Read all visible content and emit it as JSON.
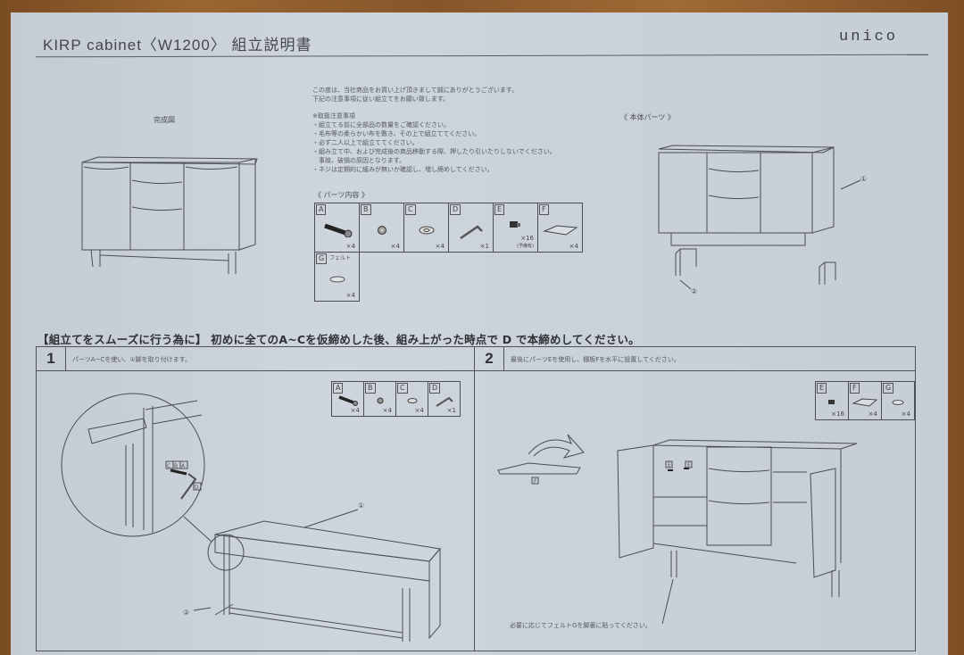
{
  "header": {
    "title": "KIRP cabinet〈W1200〉 組立説明書",
    "brand": "unico"
  },
  "intro": {
    "lines": [
      "この度は、当社商品をお買い上げ頂きまして誠にありがとうございます。",
      "下記の注意事項に従い組立てをお願い致します。"
    ]
  },
  "precautions": {
    "heading": "※取扱注意事項",
    "items": [
      "・組立てる前に全部品の数量をご確認ください。",
      "・毛布等の柔らかい布を敷き、その上で組立ててください。",
      "・必ず二人以上で組立ててください。",
      "・組み立て中、および完成後の商品移動する際、押したり引いたりしないでください。",
      "　事故、破損の原因となります。",
      "・ネジは定期的に緩みが無いか確認し、増し締めしてください。"
    ]
  },
  "completed_view": {
    "label": "完成図"
  },
  "body_parts": {
    "label": "《 本体パーツ 》",
    "callouts": [
      "①",
      "②"
    ]
  },
  "parts_list": {
    "label": "《 パーツ内容 》",
    "parts": [
      {
        "id": "A",
        "name": "",
        "qty": "×4",
        "icon": "bolt-icon"
      },
      {
        "id": "B",
        "name": "",
        "qty": "×4",
        "icon": "nut-icon"
      },
      {
        "id": "C",
        "name": "",
        "qty": "×4",
        "icon": "washer-icon"
      },
      {
        "id": "D",
        "name": "",
        "qty": "×1",
        "icon": "hex-key-icon"
      },
      {
        "id": "E",
        "name": "",
        "qty": "×16",
        "note": "(予備有)",
        "icon": "shelf-pin-icon"
      },
      {
        "id": "F",
        "name": "",
        "qty": "×4",
        "icon": "shelf-board-icon"
      },
      {
        "id": "G",
        "name": "フェルト",
        "qty": "×4",
        "icon": "felt-pad-icon"
      }
    ]
  },
  "banner": "【組立てをスムーズに行う為に】 初めに全てのA~Cを仮締めした後、組み上がった時点で D で本締めしてください。",
  "steps": [
    {
      "number": "1",
      "text": "パーツA~Cを使い、①脚を取り付けます。",
      "parts": [
        {
          "id": "A",
          "qty": "×4"
        },
        {
          "id": "B",
          "qty": "×4"
        },
        {
          "id": "C",
          "qty": "×4"
        },
        {
          "id": "D",
          "qty": "×1"
        }
      ],
      "callouts": [
        "C",
        "B",
        "A",
        "D",
        "①",
        "②"
      ]
    },
    {
      "number": "2",
      "text": "最後にパーツEを使用し、棚板Fを水平に設置してください。",
      "parts": [
        {
          "id": "E",
          "qty": "×16"
        },
        {
          "id": "F",
          "qty": "×4"
        },
        {
          "id": "G",
          "qty": "×4"
        }
      ],
      "callouts": [
        "F",
        "E",
        "E"
      ],
      "footnote": "必要に応じてフェルトGを脚裏に貼ってください。"
    }
  ],
  "colors": {
    "paper": "#c9d0d8",
    "ink": "#3a3d42",
    "table": "#8a5a2c"
  }
}
